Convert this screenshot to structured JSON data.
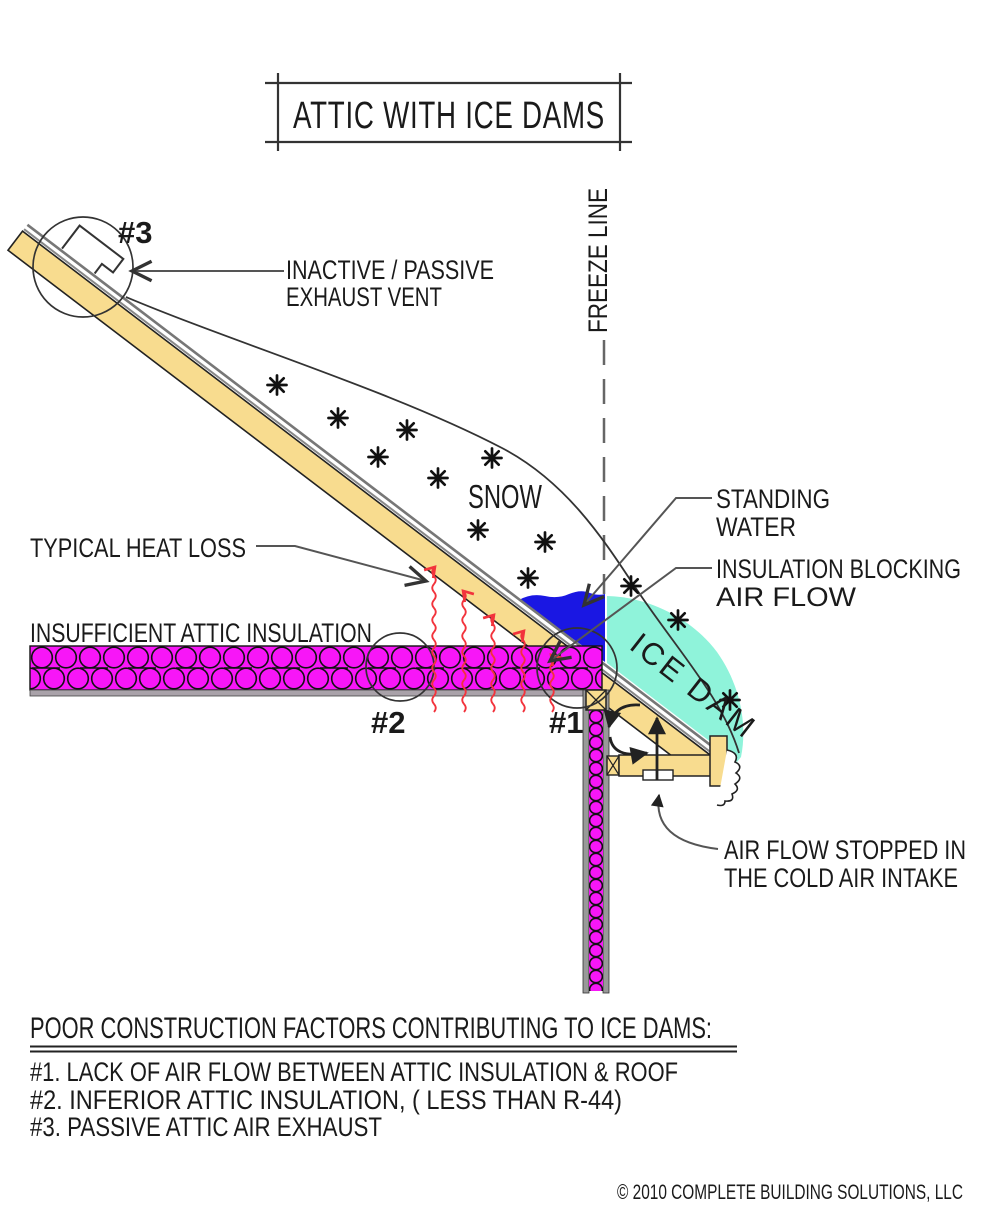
{
  "title": "ATTIC WITH ICE DAMS",
  "labels": {
    "callout_3": "#3",
    "exhaust_vent_line1": "INACTIVE / PASSIVE",
    "exhaust_vent_line2": "EXHAUST VENT",
    "freeze_line": "FREEZE LINE",
    "snow": "SNOW",
    "heat_loss": "TYPICAL HEAT LOSS",
    "insufficient_insulation": "INSUFFICIENT ATTIC INSULATION",
    "standing_water_line1": "STANDING",
    "standing_water_line2": "WATER",
    "insulation_blocking_line1": "INSULATION BLOCKING",
    "insulation_blocking_line2": "AIR FLOW",
    "ice_dam": "ICE DAM",
    "callout_2": "#2",
    "callout_1": "#1",
    "air_flow_stopped_line1": "AIR FLOW STOPPED IN",
    "air_flow_stopped_line2": "THE COLD AIR INTAKE"
  },
  "footnotes": {
    "heading": "POOR CONSTRUCTION FACTORS CONTRIBUTING TO ICE DAMS:",
    "items": [
      "#1.  LACK OF AIR FLOW BETWEEN ATTIC INSULATION & ROOF",
      "#2.  INFERIOR ATTIC INSULATION, ( LESS THAN R-44)",
      "#3.  PASSIVE ATTIC AIR EXHAUST"
    ]
  },
  "copyright": "© 2010 COMPLETE BUILDING SOLUTIONS, LLC",
  "icons": {
    "snowflake": "✳"
  },
  "colors": {
    "roof_wood": "#F8DC8F",
    "insulation_magenta": "#F716F7",
    "ice_dam_cyan": "#8FF3DA",
    "standing_water_blue": "#1A17E3",
    "heat_arrow_red": "#F2333C",
    "ink": "#222222",
    "leader_gray": "#555555"
  }
}
